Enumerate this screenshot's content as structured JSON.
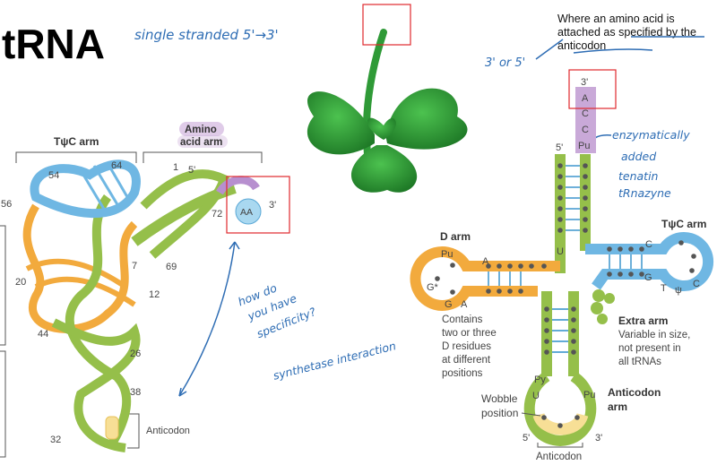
{
  "title": "tRNA",
  "note": "Where an amino acid is attached as specified by the anticodon",
  "handwriting": {
    "top": "single stranded 5'→3'",
    "mid": "3' or 5'",
    "enzyme_l1": "enzymatically",
    "enzyme_l2": "added",
    "enzyme_l3": "tenatin",
    "enzyme_l4": "tRnazyne",
    "spec_l1": "how do",
    "spec_l2": "you have",
    "spec_l3": "specificity?",
    "synth": "synthetase interaction"
  },
  "left_diagram": {
    "tpsic_arm": "TψC arm",
    "amino_arm_l1": "Amino",
    "amino_arm_l2": "acid arm",
    "n54": "54",
    "n64": "64",
    "n1": "1",
    "five_prime": "5'",
    "n56": "56",
    "n72": "72",
    "three_prime": "3'",
    "aa": "AA",
    "n7": "7",
    "n69": "69",
    "n20": "20",
    "n12": "12",
    "n44": "44",
    "n26": "26",
    "n38": "38",
    "n32": "32",
    "anticodon": "Anticodon"
  },
  "right_diagram": {
    "three_prime": "3'",
    "five_prime": "5'",
    "a1": "A",
    "c1": "C",
    "c2": "C",
    "pu_top": "Pu",
    "d_arm": "D arm",
    "pu_d": "Pu",
    "a_d": "A",
    "g_star": "G*",
    "g_d": "G",
    "a_d2": "A",
    "d_desc_1": "Contains",
    "d_desc_2": "two or three",
    "d_desc_3": "D residues",
    "d_desc_4": "at different",
    "d_desc_5": "positions",
    "u_mid": "U",
    "tpsic_arm": "TψC arm",
    "c_t": "C",
    "g_t": "G",
    "t_t": "T",
    "psi_t": "ψ",
    "c_t2": "C",
    "extra_arm": "Extra arm",
    "extra_desc_1": "Variable in size,",
    "extra_desc_2": "not present in",
    "extra_desc_3": "all tRNAs",
    "py": "Py",
    "u_ac": "U",
    "pu_ac": "Pu",
    "wobble_1": "Wobble",
    "wobble_2": "position",
    "anticodon_arm_1": "Anticodon",
    "anticodon_arm_2": "arm",
    "five_bottom": "5'",
    "three_bottom": "3'",
    "anticodon": "Anticodon"
  },
  "colors": {
    "green": "#95bf4a",
    "blue": "#6fb7e3",
    "orange": "#f2aa3d",
    "purple": "#c9a9d8",
    "yellow": "#f7df96",
    "clover": "#2f9a37",
    "annotation": "#2e6db4",
    "box": "#e0282d"
  }
}
